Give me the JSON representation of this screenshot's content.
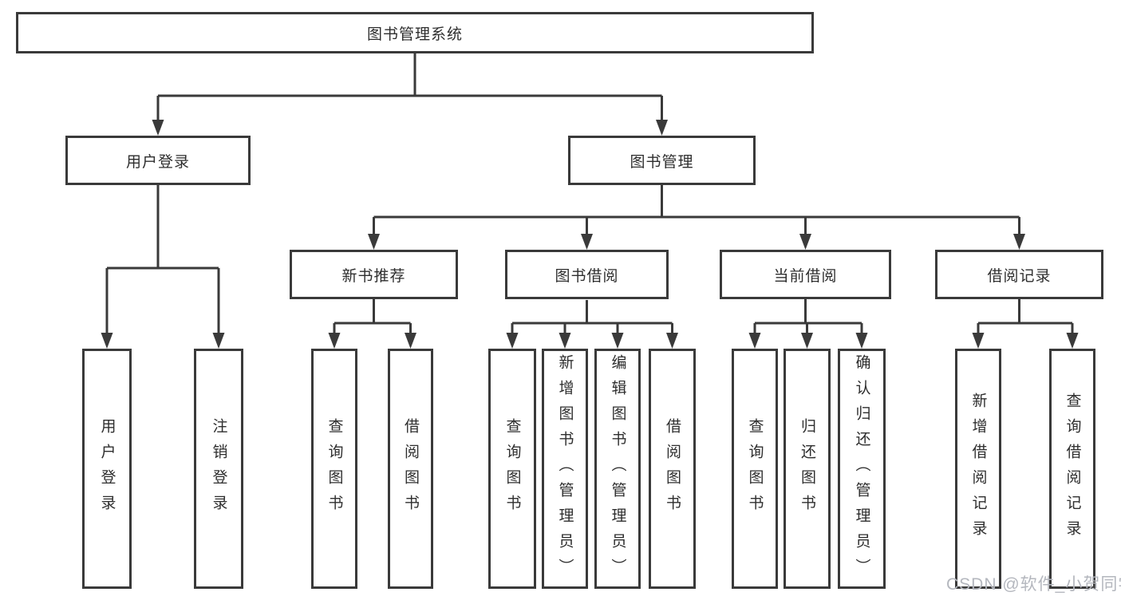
{
  "diagram": {
    "type": "hierarchy-tree",
    "root": {
      "label": "图书管理系统"
    },
    "level2": [
      {
        "label": "用户登录"
      },
      {
        "label": "图书管理"
      }
    ],
    "level3": [
      {
        "label": "新书推荐",
        "parent": "图书管理"
      },
      {
        "label": "图书借阅",
        "parent": "图书管理"
      },
      {
        "label": "当前借阅",
        "parent": "图书管理"
      },
      {
        "label": "借阅记录",
        "parent": "图书管理"
      }
    ],
    "leaves": [
      {
        "label": "用户登录",
        "parent": "用户登录"
      },
      {
        "label": "注销登录",
        "parent": "用户登录"
      },
      {
        "label": "查询图书",
        "parent": "新书推荐"
      },
      {
        "label": "借阅图书",
        "parent": "新书推荐"
      },
      {
        "label": "查询图书",
        "parent": "图书借阅"
      },
      {
        "label": "新增图书（管理员）",
        "parent": "图书借阅"
      },
      {
        "label": "编辑图书（管理员）",
        "parent": "图书借阅"
      },
      {
        "label": "借阅图书",
        "parent": "图书借阅"
      },
      {
        "label": "查询图书",
        "parent": "当前借阅"
      },
      {
        "label": "归还图书",
        "parent": "当前借阅"
      },
      {
        "label": "确认归还（管理员）",
        "parent": "当前借阅"
      },
      {
        "label": "新增借阅记录",
        "parent": "借阅记录"
      },
      {
        "label": "查询借阅记录",
        "parent": "借阅记录"
      }
    ],
    "watermark": "CSDN @软件_小贺同学",
    "colors": {
      "line": "#3a3a3a",
      "text": "#2e2e2e",
      "box_bg": "#ffffff",
      "watermark": "#b4b7be",
      "background": "#ffffff"
    }
  }
}
